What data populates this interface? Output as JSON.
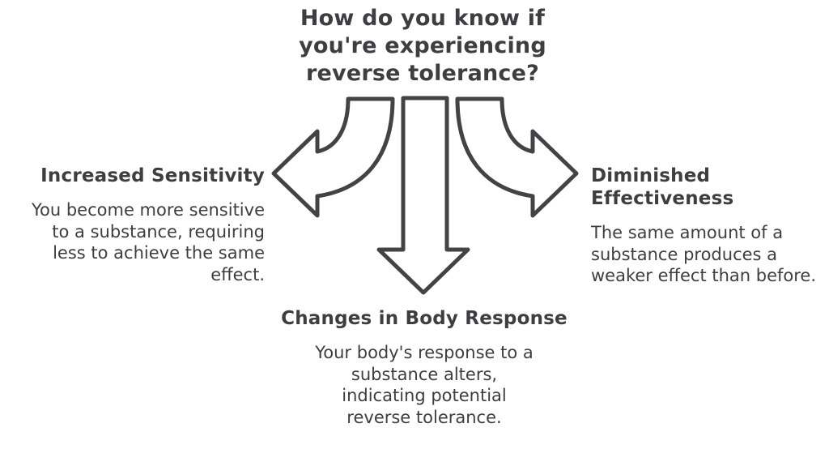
{
  "colors": {
    "background": "#ffffff",
    "text": "#3e3e40",
    "arrow_stroke": "#434345",
    "arrow_fill": "#ffffff"
  },
  "title": {
    "lines": [
      "How do you know if",
      "you're experiencing",
      "reverse tolerance?"
    ],
    "full_text": "How do you know if you're experiencing reverse tolerance?"
  },
  "graphic": {
    "description": "three-way branching arrow, outlined hand-drawn style",
    "arrows": [
      "left-curved-arrow",
      "down-arrow",
      "right-curved-arrow"
    ]
  },
  "sections": {
    "left": {
      "heading": "Increased Sensitivity",
      "body_lines": [
        "You become more sensitive",
        "to a substance, requiring",
        "less to achieve the same",
        "effect."
      ],
      "body_full": "You become more sensitive to a substance, requiring less to achieve the same effect."
    },
    "bottom": {
      "heading": "Changes in Body Response",
      "body_lines": [
        "Your body's response to a",
        "substance alters,",
        "indicating potential",
        "reverse tolerance."
      ],
      "body_full": "Your body's response to a substance alters, indicating potential reverse tolerance."
    },
    "right": {
      "heading": "Diminished Effectiveness",
      "body_lines": [
        "The same amount of a",
        "substance produces a",
        "weaker effect than before."
      ],
      "body_full": "The same amount of a substance produces a weaker effect than before."
    }
  }
}
